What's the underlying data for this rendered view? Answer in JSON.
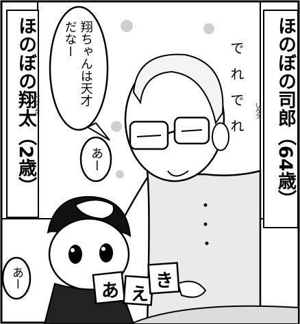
{
  "captions": {
    "left": "ほのぼの翔太（2歳）",
    "right": "ほのぼの司郎（64歳）"
  },
  "furigana": {
    "shota": "しょうた",
    "shiro": "しろう"
  },
  "speech": {
    "grandpa": "翔ちゃんは天才だなー",
    "child_top": "あー",
    "child_bottom": "あー",
    "sfx": "でれでれ"
  },
  "cards": [
    "あ",
    "え",
    "き"
  ]
}
